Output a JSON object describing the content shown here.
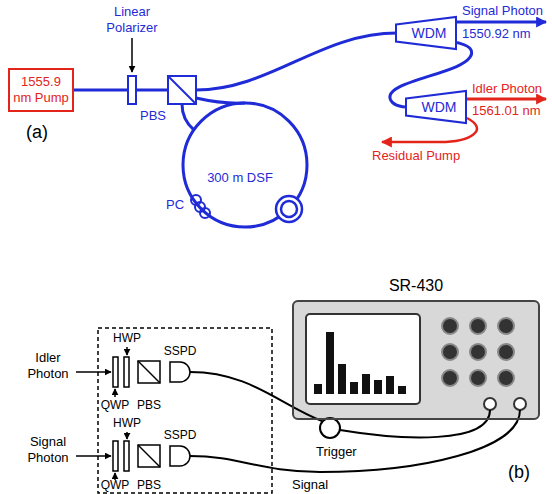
{
  "diagram": {
    "nodes": [
      {
        "text": [
          "1555.9 nm Pump"
        ]
      },
      {
        "text": [
          "WDM"
        ]
      },
      {
        "text": [
          "WDM"
        ]
      },
      {
        "text": [
          "SR-430"
        ]
      }
    ],
    "edges": [
      {
        "from": 1,
        "to": 2,
        "arrow": "none"
      }
    ],
    "labels": [
      "Linear Polarizer",
      "PBS",
      "PC",
      "300 m DSF",
      "Signal Photon",
      "1550.92 nm",
      "Idler Photon",
      "1561.01 nm",
      "Residual Pump",
      "(a)",
      "Idler Photon",
      "HWP",
      "QWP",
      "PBS",
      "SSPD",
      "Signal Photon",
      "HWP",
      "QWP",
      "PBS",
      "SSPD",
      "Trigger",
      "Signal",
      "(b)"
    ]
  }
}
